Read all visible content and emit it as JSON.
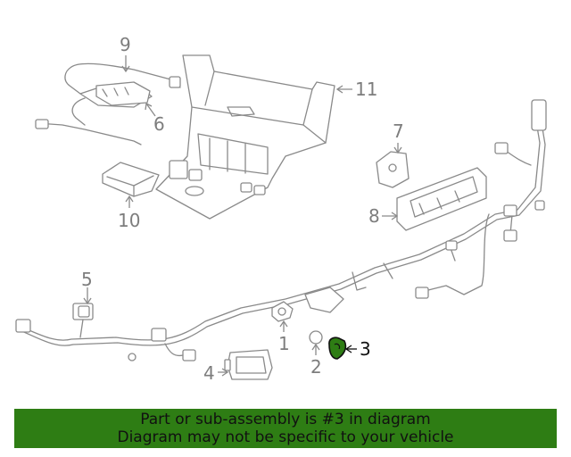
{
  "diagram": {
    "callouts": {
      "c1": "1",
      "c2": "2",
      "c3": "3",
      "c4": "4",
      "c5": "5",
      "c6": "6",
      "c7": "7",
      "c8": "8",
      "c9": "9",
      "c10": "10",
      "c11": "11"
    },
    "highlight_color": "#2e7d14",
    "selected_part": "3"
  },
  "banner": {
    "line1": "Part or sub-assembly is #3 in diagram",
    "line2": "Diagram may not be specific to your vehicle",
    "background": "#2e7d14"
  }
}
